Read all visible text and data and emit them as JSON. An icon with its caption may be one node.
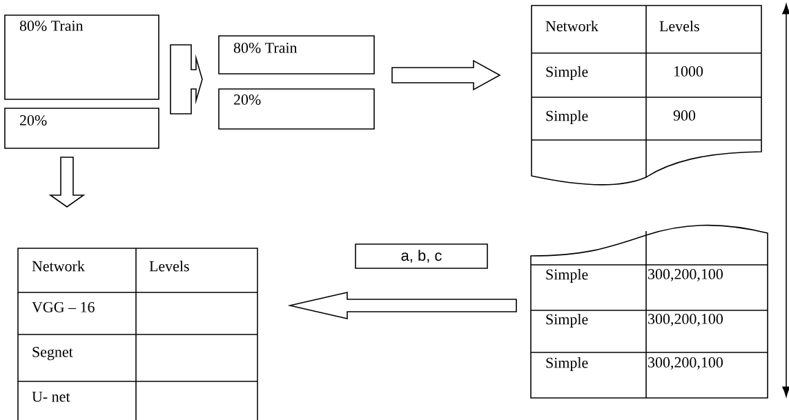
{
  "diagram": {
    "nodes": [
      {
        "text": [
          "80% Train"
        ]
      },
      {
        "text": [
          "20%"
        ]
      },
      {
        "text": [
          "80% Train"
        ]
      },
      {
        "text": [
          "20%"
        ]
      },
      {
        "text": [
          "Network",
          "Levels",
          "Simple",
          "1000",
          "Simple",
          "900"
        ]
      },
      {
        "text": [
          "Simple",
          "300,200,100",
          "Simple",
          "300,200,100",
          "Simple",
          "300,200,100"
        ]
      },
      {
        "text": [
          "a, b, c"
        ]
      },
      {
        "text": [
          "Network",
          "Levels",
          "VGG – 16",
          "Segnet",
          "U- net"
        ]
      }
    ],
    "edges": [
      {
        "from": 0,
        "to": 2,
        "arrow": "to"
      },
      {
        "from": 2,
        "to": 4,
        "arrow": "to"
      },
      {
        "from": 1,
        "to": 7,
        "arrow": "to"
      },
      {
        "from": 5,
        "to": 7,
        "arrow": "to"
      },
      {
        "from": 4,
        "to": 5,
        "arrow": "both"
      }
    ]
  }
}
